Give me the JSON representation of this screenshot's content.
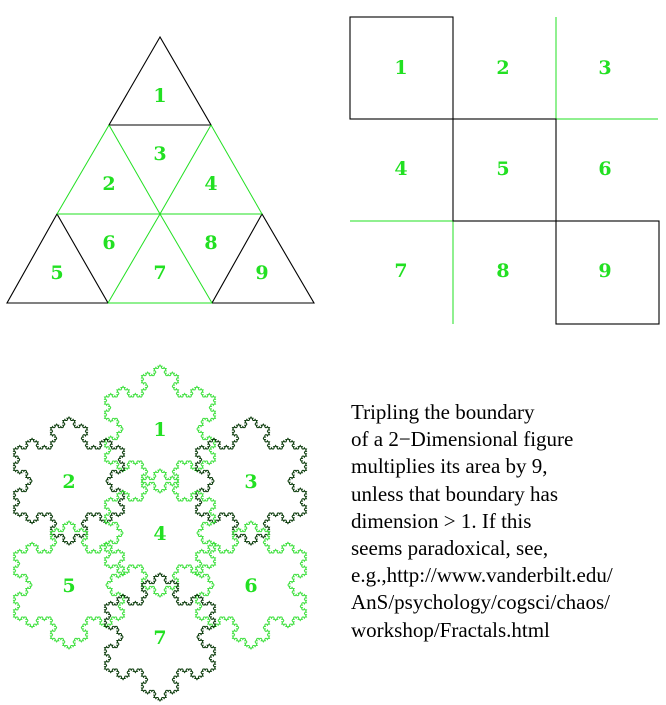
{
  "colors": {
    "black": "#000000",
    "green": "#22e022",
    "dark_green": "#0a3a0a",
    "light_green": "#3ee03e",
    "background": "#ffffff"
  },
  "triangle_figure": {
    "labels": [
      "1",
      "2",
      "3",
      "4",
      "5",
      "6",
      "7",
      "8",
      "9"
    ]
  },
  "square_grid": {
    "labels": [
      "1",
      "2",
      "3",
      "4",
      "5",
      "6",
      "7",
      "8",
      "9"
    ]
  },
  "snowflake_cluster": {
    "labels": [
      "1",
      "2",
      "3",
      "4",
      "5",
      "6",
      "7"
    ]
  },
  "caption": {
    "lines": [
      "Tripling the boundary",
      "of a 2−Dimensional figure",
      "multiplies its area by 9,",
      "unless that boundary has",
      "dimension > 1.  If this",
      "seems paradoxical, see,",
      "e.g.,http://www.vanderbilt.edu/",
      "AnS/psychology/cogsci/chaos/",
      "workshop/Fractals.html"
    ]
  }
}
